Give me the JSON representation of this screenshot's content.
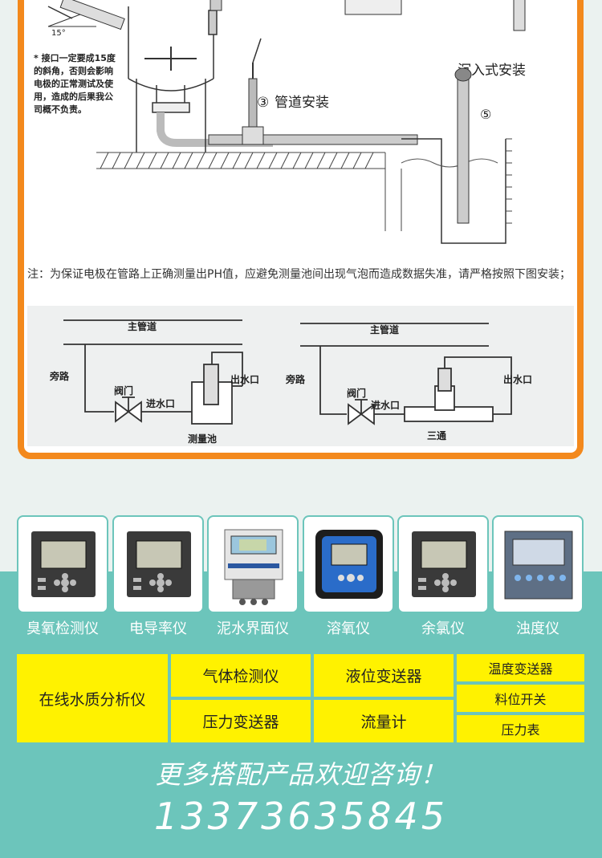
{
  "install": {
    "angle_label": "15°",
    "warning_note": [
      "* 接口一定要成15度",
      "的斜角，否则会影响",
      "电极的正常测试及使",
      "用，造成的后果我公",
      "司概不负责。"
    ],
    "pipe_number": "③",
    "pipe_label": "管道安装",
    "sub_label": "沉入式安装",
    "sub_number": "⑤",
    "note": "注：为保证电极在管路上正确测量出PH值，应避免测量池间出现气泡而造成数据失准，请严格按照下图安装；"
  },
  "bypass": {
    "left": {
      "main_pipe": "主管道",
      "bypass": "旁路",
      "valve": "阀门",
      "inlet": "进水口",
      "outlet": "出水口",
      "pool": "测量池"
    },
    "right": {
      "main_pipe": "主管道",
      "bypass": "旁路",
      "valve": "阀门",
      "inlet": "进水口",
      "outlet": "出水口",
      "tee": "三通"
    }
  },
  "products": [
    {
      "label": "臭氧检测仪"
    },
    {
      "label": "电导率仪"
    },
    {
      "label": "泥水界面仪"
    },
    {
      "label": "溶氧仪"
    },
    {
      "label": "余氯仪"
    },
    {
      "label": "浊度仪"
    }
  ],
  "categories": {
    "main": "在线水质分析仪",
    "gas": "气体检测仪",
    "level": "液位变送器",
    "temp": "温度变送器",
    "switch": "料位开关",
    "pressure": "压力变送器",
    "flow": "流量计",
    "gauge": "压力表"
  },
  "contact": {
    "consult": "更多搭配产品欢迎咨询！",
    "phone": "13373635845"
  },
  "colors": {
    "border_orange": "#f3891c",
    "teal": "#6cc5bb",
    "yellow": "#fff200"
  }
}
